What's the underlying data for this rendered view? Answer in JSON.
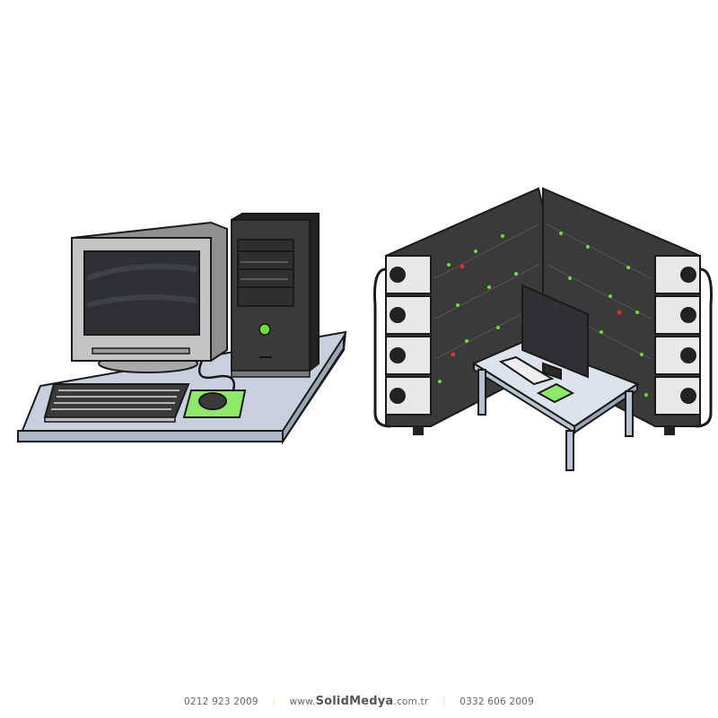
{
  "illustrations": {
    "left": {
      "title": "Desktop computer on desk",
      "items": [
        "CRT monitor",
        "tower case",
        "keyboard",
        "mouse",
        "mouse pad"
      ],
      "power_led_color": "#6fdc3a"
    },
    "right": {
      "title": "Server room with workstation",
      "items": [
        "server racks",
        "LCD monitor",
        "keyboard",
        "mouse pad",
        "desk"
      ],
      "led_colors": {
        "ok": "#6fdc3a",
        "alert": "#d0303a"
      }
    }
  },
  "footer": {
    "phone_left": "0212 923 2009",
    "separator": "|",
    "url_prefix": "www.",
    "url_brand": "SolidMedya",
    "url_suffix": ".com.tr",
    "phone_right": "0332 606 2009"
  },
  "colors": {
    "outline": "#1a1a1a",
    "desk": "#c9d2de",
    "case": "#333333",
    "pad": "#8ee86a"
  }
}
